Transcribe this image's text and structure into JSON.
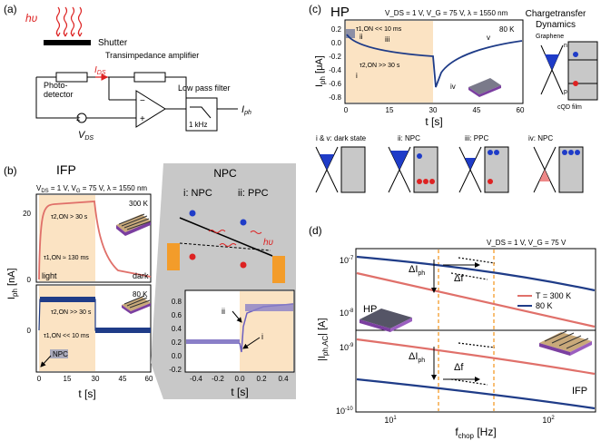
{
  "panel_a": {
    "label": "(a)",
    "hv": "hυ",
    "shutter": "Shutter",
    "tia": "Transimpedance amplifier",
    "ids": "I",
    "ids_sub": "DS",
    "photodetector_1": "Photo-",
    "photodetector_2": "detector",
    "lpf": "Low pass filter",
    "lpf_freq": "1 kHz",
    "vds": "V",
    "vds_sub": "DS",
    "iph": "I",
    "iph_sub": "ph",
    "minus": "−",
    "plus": "+"
  },
  "panel_b": {
    "label": "(b)",
    "title": "IFP",
    "cond_1": "V",
    "cond_sub1": "DS",
    "cond_2": " = 1 V, V",
    "cond_sub2": "G",
    "cond_3": " = 75 V, λ = 1550 nm",
    "temp_top": "300 K",
    "temp_bottom": "80 K",
    "tau_off_top": "τ2,ON > 30 s",
    "tau_on_top": "τ1,ON ≈ 130 ms",
    "light": "light",
    "dark": "dark",
    "tau_off_bottom": "τ2,ON >> 30 s",
    "tau_on_bottom": "τ1,ON << 10 ms",
    "npc_tag": "NPC",
    "ylabel": "I",
    "ylabel_sub": "ph",
    "yunit": " [nA]",
    "xlabel": "t [s]",
    "yticks_top": [
      "20",
      "0"
    ],
    "yticks_bottom": [
      "0"
    ],
    "xticks": [
      "0",
      "15",
      "30",
      "45",
      "60"
    ]
  },
  "panel_npc": {
    "title": "NPC",
    "label_i": "i: NPC",
    "label_ii": "ii: PPC",
    "hv": "hυ",
    "marker_i": "i",
    "marker_ii": "ii",
    "yticks": [
      "0.8",
      "0.6",
      "0.4",
      "0.2",
      "0.0",
      "-0.2"
    ],
    "xticks": [
      "-0.4",
      "-0.2",
      "0.0",
      "0.2",
      "0.4"
    ],
    "xlabel": "t [s]"
  },
  "panel_c": {
    "label": "(c)",
    "title": "HP",
    "cond": "V_DS = 1 V, V_G = 75 V, λ = 1550 nm",
    "temp": "80 K",
    "tau_on": "τ1,ON << 10 ms",
    "tau_off": "τ2,ON >> 30 s",
    "markers": [
      "ii",
      "iii",
      "i",
      "v",
      "iv"
    ],
    "ylabel": "I",
    "ylabel_sub": "ph",
    "yunit": " [μA]",
    "yticks": [
      "0.2",
      "0.0",
      "-0.2",
      "-0.4",
      "-0.6",
      "-0.8"
    ],
    "xticks": [
      "0",
      "15",
      "30",
      "45",
      "60"
    ],
    "xlabel": "t [s]",
    "ct_title_1": "Chargetransfer",
    "ct_title_2": "Dynamics",
    "graphene": "Graphene",
    "cqd": "cQD film",
    "n": "n",
    "p": "p",
    "states": [
      "i & v: dark state",
      "ii: NPC",
      "iii: PPC",
      "iv: NPC"
    ]
  },
  "panel_d": {
    "label": "(d)",
    "cond": "V_DS = 1 V, V_G = 75 V",
    "legend": [
      "T = 300 K",
      "80 K"
    ],
    "legend_colors": [
      "#e0706a",
      "#1f3c88"
    ],
    "hp": "HP",
    "ifp": "IFP",
    "delta_i": "ΔI",
    "delta_i_sub": "ph",
    "delta_f": "Δf",
    "ylabel": "|I",
    "ylabel_sub": "ph,AC",
    "yunit": "| [A]",
    "yticks_top": [
      "10",
      "10"
    ],
    "yticks_top_exp": [
      "-7",
      "-8"
    ],
    "yticks_bottom": [
      "10",
      "10"
    ],
    "yticks_bottom_exp": [
      "-9",
      "-10"
    ],
    "xticks": [
      "10",
      "10"
    ],
    "xticks_exp": [
      "1",
      "2"
    ],
    "xlabel": "f",
    "xlabel_sub": "chop",
    "xunit": " [Hz]"
  },
  "colors": {
    "red": "#e0706a",
    "blue": "#1f3c88",
    "shade": "#fbe3c3",
    "grey": "#c8c8c8"
  }
}
